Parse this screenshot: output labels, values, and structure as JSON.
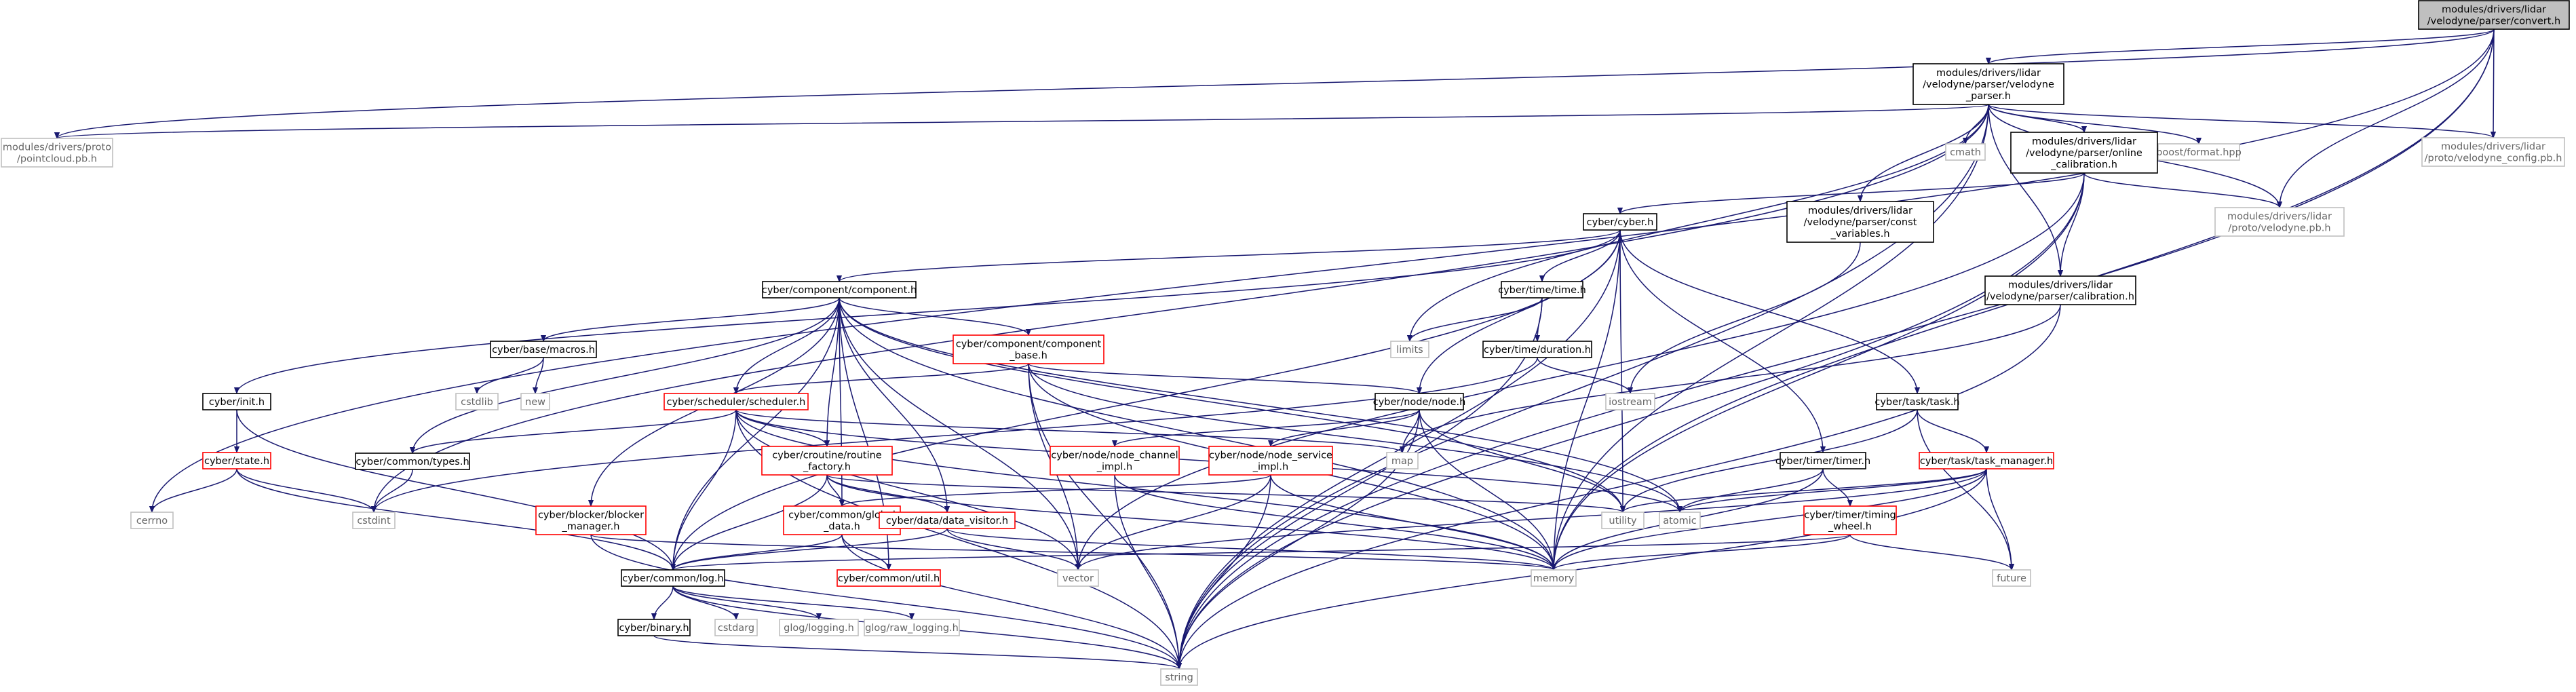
{
  "colors": {
    "edge": "#191970",
    "black_border": "#000000",
    "red_border": "#ff0000",
    "gray_border": "#bfbfbf",
    "root_fill": "#bfbfbf",
    "text_regular": "#000000",
    "text_system": "#666666"
  },
  "nodes": [
    {
      "id": "convert",
      "lines": [
        "modules/drivers/lidar",
        "/velodyne/parser/convert.h"
      ],
      "kind": "root"
    },
    {
      "id": "vparser",
      "lines": [
        "modules/drivers/lidar",
        "/velodyne/parser/velodyne",
        "_parser.h"
      ],
      "kind": "black"
    },
    {
      "id": "pointcloud",
      "lines": [
        "modules/drivers/proto",
        "/pointcloud.pb.h"
      ],
      "kind": "gray"
    },
    {
      "id": "cerrno",
      "lines": [
        "cerrno"
      ],
      "kind": "system"
    },
    {
      "id": "cstdint",
      "lines": [
        "cstdint"
      ],
      "kind": "system"
    },
    {
      "id": "string",
      "lines": [
        "string"
      ],
      "kind": "system"
    },
    {
      "id": "memory",
      "lines": [
        "memory"
      ],
      "kind": "system"
    },
    {
      "id": "velconfig",
      "lines": [
        "modules/drivers/lidar",
        "/proto/velodyne_config.pb.h"
      ],
      "kind": "gray"
    },
    {
      "id": "velpb",
      "lines": [
        "modules/drivers/lidar",
        "/proto/velodyne.pb.h"
      ],
      "kind": "gray"
    },
    {
      "id": "cmath",
      "lines": [
        "cmath"
      ],
      "kind": "system"
    },
    {
      "id": "boostfmt",
      "lines": [
        "boost/format.hpp"
      ],
      "kind": "system"
    },
    {
      "id": "onlinecal",
      "lines": [
        "modules/drivers/lidar",
        "/velodyne/parser/online",
        "_calibration.h"
      ],
      "kind": "black"
    },
    {
      "id": "constvars",
      "lines": [
        "modules/drivers/lidar",
        "/velodyne/parser/const",
        "_variables.h"
      ],
      "kind": "black"
    },
    {
      "id": "calib",
      "lines": [
        "modules/drivers/lidar",
        "/velodyne/parser/calibration.h"
      ],
      "kind": "black"
    },
    {
      "id": "cyber",
      "lines": [
        "cyber/cyber.h"
      ],
      "kind": "black"
    },
    {
      "id": "component",
      "lines": [
        "cyber/component/component.h"
      ],
      "kind": "black"
    },
    {
      "id": "timeh",
      "lines": [
        "cyber/time/time.h"
      ],
      "kind": "black"
    },
    {
      "id": "limits",
      "lines": [
        "limits"
      ],
      "kind": "system"
    },
    {
      "id": "duration",
      "lines": [
        "cyber/time/duration.h"
      ],
      "kind": "black"
    },
    {
      "id": "iostream",
      "lines": [
        "iostream"
      ],
      "kind": "system"
    },
    {
      "id": "macros",
      "lines": [
        "cyber/base/macros.h"
      ],
      "kind": "black"
    },
    {
      "id": "cstdlib",
      "lines": [
        "cstdlib"
      ],
      "kind": "system"
    },
    {
      "id": "new",
      "lines": [
        "new"
      ],
      "kind": "system"
    },
    {
      "id": "compbase",
      "lines": [
        "cyber/component/component",
        "_base.h"
      ],
      "kind": "red"
    },
    {
      "id": "inith",
      "lines": [
        "cyber/init.h"
      ],
      "kind": "black"
    },
    {
      "id": "stateh",
      "lines": [
        "cyber/state.h"
      ],
      "kind": "red"
    },
    {
      "id": "scheduler",
      "lines": [
        "cyber/scheduler/scheduler.h"
      ],
      "kind": "red"
    },
    {
      "id": "nodeh",
      "lines": [
        "cyber/node/node.h"
      ],
      "kind": "black"
    },
    {
      "id": "taskh",
      "lines": [
        "cyber/task/task.h"
      ],
      "kind": "black"
    },
    {
      "id": "types",
      "lines": [
        "cyber/common/types.h"
      ],
      "kind": "black"
    },
    {
      "id": "routine",
      "lines": [
        "cyber/croutine/routine",
        "_factory.h"
      ],
      "kind": "red"
    },
    {
      "id": "map",
      "lines": [
        "map"
      ],
      "kind": "system"
    },
    {
      "id": "channel",
      "lines": [
        "cyber/node/node_channel",
        "_impl.h"
      ],
      "kind": "red"
    },
    {
      "id": "service",
      "lines": [
        "cyber/node/node_service",
        "_impl.h"
      ],
      "kind": "red"
    },
    {
      "id": "timer",
      "lines": [
        "cyber/timer/timer.h"
      ],
      "kind": "black"
    },
    {
      "id": "taskmgr",
      "lines": [
        "cyber/task/task_manager.h"
      ],
      "kind": "red"
    },
    {
      "id": "utility",
      "lines": [
        "utility"
      ],
      "kind": "system"
    },
    {
      "id": "atomic",
      "lines": [
        "atomic"
      ],
      "kind": "system"
    },
    {
      "id": "blocker",
      "lines": [
        "cyber/blocker/blocker",
        "_manager.h"
      ],
      "kind": "red"
    },
    {
      "id": "globaldata",
      "lines": [
        "cyber/common/global",
        "_data.h"
      ],
      "kind": "red"
    },
    {
      "id": "visitor",
      "lines": [
        "cyber/data/data_visitor.h"
      ],
      "kind": "red"
    },
    {
      "id": "timing",
      "lines": [
        "cyber/timer/timing",
        "_wheel.h"
      ],
      "kind": "red"
    },
    {
      "id": "future",
      "lines": [
        "future"
      ],
      "kind": "system"
    },
    {
      "id": "vector",
      "lines": [
        "vector"
      ],
      "kind": "system"
    },
    {
      "id": "logh",
      "lines": [
        "cyber/common/log.h"
      ],
      "kind": "black"
    },
    {
      "id": "utilh",
      "lines": [
        "cyber/common/util.h"
      ],
      "kind": "red"
    },
    {
      "id": "binary",
      "lines": [
        "cyber/binary.h"
      ],
      "kind": "black"
    },
    {
      "id": "cstdarg",
      "lines": [
        "cstdarg"
      ],
      "kind": "system"
    },
    {
      "id": "glog",
      "lines": [
        "glog/logging.h"
      ],
      "kind": "system"
    },
    {
      "id": "rawlog",
      "lines": [
        "glog/raw_logging.h"
      ],
      "kind": "system"
    }
  ],
  "edges": [
    [
      "convert",
      "vparser"
    ],
    [
      "convert",
      "pointcloud"
    ],
    [
      "convert",
      "cerrno"
    ],
    [
      "convert",
      "string"
    ],
    [
      "convert",
      "memory"
    ],
    [
      "convert",
      "velconfig"
    ],
    [
      "convert",
      "velpb"
    ],
    [
      "vparser",
      "pointcloud"
    ],
    [
      "vparser",
      "cstdint"
    ],
    [
      "vparser",
      "cmath"
    ],
    [
      "vparser",
      "boostfmt"
    ],
    [
      "vparser",
      "velconfig"
    ],
    [
      "vparser",
      "velpb"
    ],
    [
      "vparser",
      "onlinecal"
    ],
    [
      "vparser",
      "constvars"
    ],
    [
      "vparser",
      "calib"
    ],
    [
      "vparser",
      "limits"
    ],
    [
      "vparser",
      "string"
    ],
    [
      "vparser",
      "memory"
    ],
    [
      "onlinecal",
      "cyber"
    ],
    [
      "onlinecal",
      "calib"
    ],
    [
      "onlinecal",
      "velpb"
    ],
    [
      "onlinecal",
      "memory"
    ],
    [
      "onlinecal",
      "string"
    ],
    [
      "onlinecal",
      "vector"
    ],
    [
      "constvars",
      "iostream"
    ],
    [
      "calib",
      "map"
    ],
    [
      "calib",
      "string"
    ],
    [
      "cyber",
      "component"
    ],
    [
      "cyber",
      "timeh"
    ],
    [
      "cyber",
      "inith"
    ],
    [
      "cyber",
      "nodeh"
    ],
    [
      "cyber",
      "taskh"
    ],
    [
      "cyber",
      "timer"
    ],
    [
      "cyber",
      "logh"
    ],
    [
      "cyber",
      "string"
    ],
    [
      "cyber",
      "memory"
    ],
    [
      "cyber",
      "utility"
    ],
    [
      "component",
      "macros"
    ],
    [
      "component",
      "compbase"
    ],
    [
      "component",
      "scheduler"
    ],
    [
      "component",
      "routine"
    ],
    [
      "component",
      "types"
    ],
    [
      "component",
      "blocker"
    ],
    [
      "component",
      "globaldata"
    ],
    [
      "component",
      "visitor"
    ],
    [
      "component",
      "logh"
    ],
    [
      "component",
      "utilh"
    ],
    [
      "component",
      "vector"
    ],
    [
      "component",
      "memory"
    ],
    [
      "component",
      "utility"
    ],
    [
      "component",
      "atomic"
    ],
    [
      "timeh",
      "limits"
    ],
    [
      "timeh",
      "duration"
    ],
    [
      "timeh",
      "string"
    ],
    [
      "duration",
      "iostream"
    ],
    [
      "duration",
      "cstdint"
    ],
    [
      "macros",
      "cstdlib"
    ],
    [
      "macros",
      "new"
    ],
    [
      "compbase",
      "scheduler"
    ],
    [
      "compbase",
      "nodeh"
    ],
    [
      "compbase",
      "vector"
    ],
    [
      "compbase",
      "memory"
    ],
    [
      "compbase",
      "atomic"
    ],
    [
      "compbase",
      "string"
    ],
    [
      "inith",
      "stateh"
    ],
    [
      "inith",
      "logh"
    ],
    [
      "stateh",
      "cerrno"
    ],
    [
      "stateh",
      "cstdint"
    ],
    [
      "stateh",
      "logh"
    ],
    [
      "scheduler",
      "types"
    ],
    [
      "scheduler",
      "routine"
    ],
    [
      "scheduler",
      "logh"
    ],
    [
      "scheduler",
      "map"
    ],
    [
      "scheduler",
      "memory"
    ],
    [
      "scheduler",
      "string"
    ],
    [
      "scheduler",
      "vector"
    ],
    [
      "scheduler",
      "atomic"
    ],
    [
      "nodeh",
      "channel"
    ],
    [
      "nodeh",
      "service"
    ],
    [
      "nodeh",
      "map"
    ],
    [
      "nodeh",
      "memory"
    ],
    [
      "nodeh",
      "string"
    ],
    [
      "nodeh",
      "utility"
    ],
    [
      "taskh",
      "taskmgr"
    ],
    [
      "taskh",
      "utility"
    ],
    [
      "taskh",
      "future"
    ],
    [
      "types",
      "cstdint"
    ],
    [
      "routine",
      "globaldata"
    ],
    [
      "routine",
      "visitor"
    ],
    [
      "routine",
      "logh"
    ],
    [
      "routine",
      "utility"
    ],
    [
      "routine",
      "memory"
    ],
    [
      "channel",
      "string"
    ],
    [
      "channel",
      "memory"
    ],
    [
      "service",
      "globaldata"
    ],
    [
      "service",
      "vector"
    ],
    [
      "service",
      "string"
    ],
    [
      "service",
      "memory"
    ],
    [
      "timer",
      "timing"
    ],
    [
      "timer",
      "atomic"
    ],
    [
      "timer",
      "memory"
    ],
    [
      "taskmgr",
      "future"
    ],
    [
      "taskmgr",
      "atomic"
    ],
    [
      "taskmgr",
      "utility"
    ],
    [
      "taskmgr",
      "vector"
    ],
    [
      "taskmgr",
      "string"
    ],
    [
      "taskmgr",
      "memory"
    ],
    [
      "blocker",
      "memory"
    ],
    [
      "blocker",
      "string"
    ],
    [
      "globaldata",
      "logh"
    ],
    [
      "globaldata",
      "utilh"
    ],
    [
      "globaldata",
      "string"
    ],
    [
      "visitor",
      "logh"
    ],
    [
      "visitor",
      "vector"
    ],
    [
      "visitor",
      "memory"
    ],
    [
      "timing",
      "logh"
    ],
    [
      "timing",
      "future"
    ],
    [
      "timing",
      "memory"
    ],
    [
      "logh",
      "binary"
    ],
    [
      "logh",
      "cstdarg"
    ],
    [
      "logh",
      "glog"
    ],
    [
      "logh",
      "rawlog"
    ],
    [
      "logh",
      "string"
    ],
    [
      "binary",
      "string"
    ]
  ]
}
